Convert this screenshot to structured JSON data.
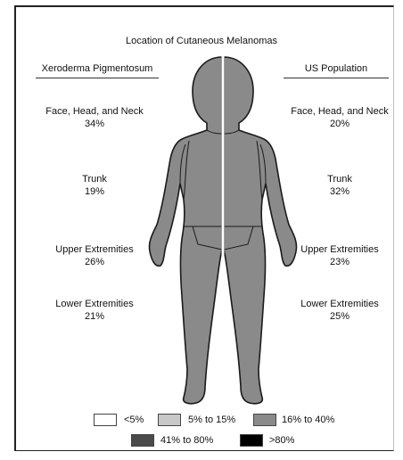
{
  "title": "Location of Cutaneous Melanomas",
  "columns": {
    "left": {
      "heading": "Xeroderma Pigmentosum",
      "regions": [
        {
          "name": "Face, Head, and Neck",
          "value": "34%"
        },
        {
          "name": "Trunk",
          "value": "19%"
        },
        {
          "name": "Upper Extremities",
          "value": "26%"
        },
        {
          "name": "Lower Extremities",
          "value": "21%"
        }
      ]
    },
    "right": {
      "heading": "US Population",
      "regions": [
        {
          "name": "Face, Head, and Neck",
          "value": "20%"
        },
        {
          "name": "Trunk",
          "value": "32%"
        },
        {
          "name": "Upper Extremities",
          "value": "23%"
        },
        {
          "name": "Lower Extremities",
          "value": "25%"
        }
      ]
    }
  },
  "legend": [
    {
      "label": "<5%",
      "color": "#ffffff"
    },
    {
      "label": "5% to 15%",
      "color": "#c8c8c8"
    },
    {
      "label": "16% to 40%",
      "color": "#8a8a8a"
    },
    {
      "label": "41% to 80%",
      "color": "#4a4a4a"
    },
    {
      "label": ">80%",
      "color": "#000000"
    }
  ],
  "body_fill": "#8a8a8a"
}
